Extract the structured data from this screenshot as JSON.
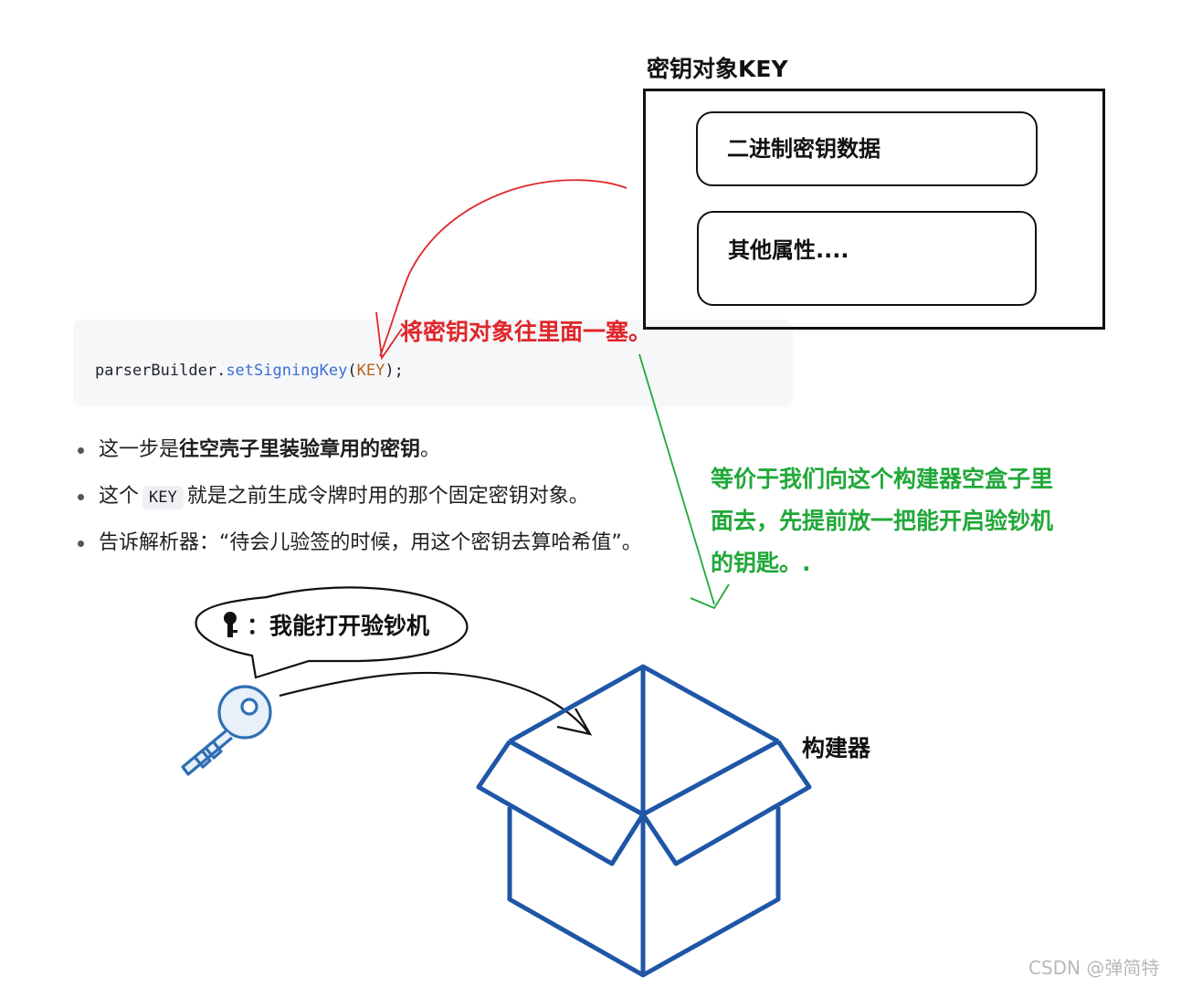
{
  "code": {
    "object": "parserBuilder",
    "dot": ".",
    "method": "setSigningKey",
    "open": "(",
    "arg": "KEY",
    "close": ");"
  },
  "bullets": [
    {
      "prefix": "这一步是",
      "bold": "往空壳子里装验章用的密钥",
      "suffix": "。"
    },
    {
      "prefix": "这个",
      "code": "KEY",
      "suffix": "就是之前生成令牌时用的那个固定密钥对象。"
    },
    {
      "text": "告诉解析器：“待会儿验签的时候，用这个密钥去算哈希值”。"
    }
  ],
  "key_object": {
    "title": "密钥对象KEY",
    "fields": [
      "二进制密钥数据",
      "其他属性...."
    ]
  },
  "annotations": {
    "red": "将密钥对象往里面一塞。",
    "green_lines": [
      "等价于我们向这个构建器空盒子里",
      "面去，先提前放一把能开启验钞机",
      "的钥匙。."
    ],
    "bubble": "：我能打开验钞机",
    "bubble_icon": "key-icon",
    "builder": "构建器"
  },
  "watermark": "CSDN @弹简特",
  "colors": {
    "red": "#e0262a",
    "green": "#21a839",
    "box_blue": "#1f56a6",
    "key_blue": "#2f6fb3",
    "method_blue": "#3b6fd6",
    "arg_brown": "#b5651d"
  }
}
